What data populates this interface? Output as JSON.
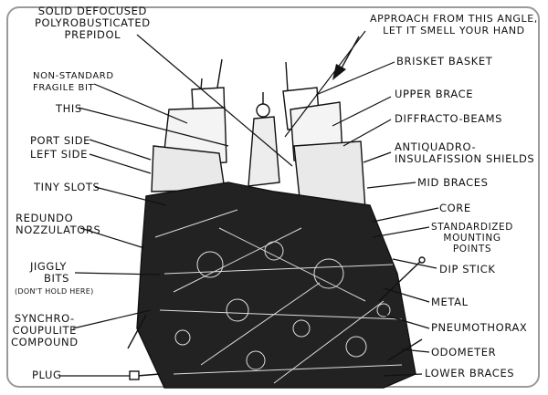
{
  "labels_left": {
    "solid_defocused": [
      "SOLID DEFOCUSED",
      "POLYROBUSTICATED",
      "PREPIDOL"
    ],
    "non_standard": [
      "NON-STANDARD",
      "FRAGILE BIT"
    ],
    "this": "THIS",
    "port_side": "PORT SIDE",
    "left_side": "LEFT SIDE",
    "tiny_slots": "TINY SLOTS",
    "redundo": [
      "REDUNDO",
      "NOZZULATORS"
    ],
    "jiggly": [
      "JIGGLY",
      "BITS"
    ],
    "jiggly_note": "(DON'T HOLD HERE)",
    "synchro": [
      "SYNCHRO-",
      "COUPULITE",
      "COMPOUND"
    ],
    "plug": "PLUG"
  },
  "labels_right": {
    "approach": [
      "APPROACH FROM THIS ANGLE,",
      "LET IT SMELL YOUR HAND"
    ],
    "brisket_basket": "BRISKET BASKET",
    "upper_brace": "UPPER BRACE",
    "diffracto_beams": "DIFFRACTO-BEAMS",
    "antiquadro": [
      "ANTIQUADRO-",
      "INSULAFISSION SHIELDS"
    ],
    "mid_braces": "MID BRACES",
    "core": "CORE",
    "standardized": [
      "STANDARDIZED",
      "MOUNTING",
      "POINTS"
    ],
    "dip_stick": "DIP STICK",
    "metal": "METAL",
    "pneumothorax": "PNEUMOTHORAX",
    "odometer": "ODOMETER",
    "lower_braces": "LOWER BRACES"
  }
}
